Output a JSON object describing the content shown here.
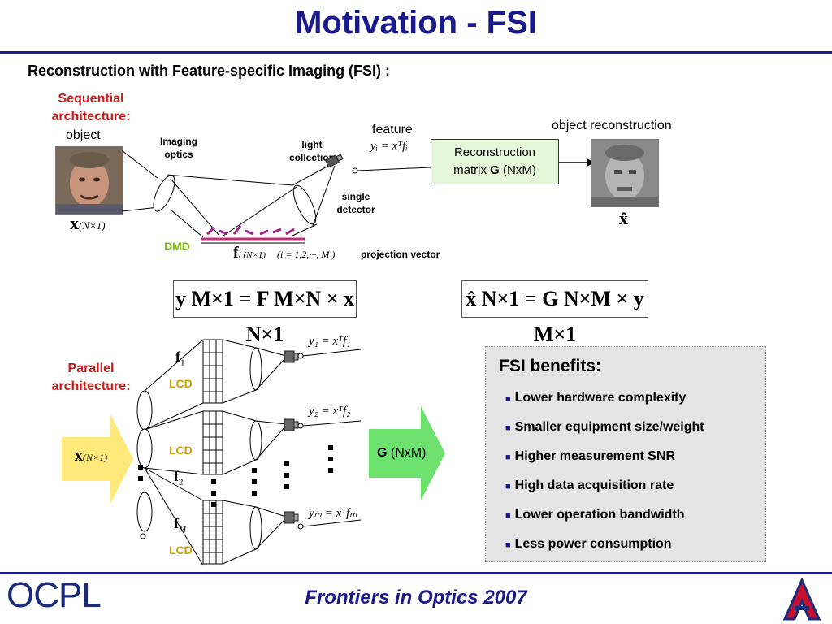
{
  "title": "Motivation - FSI",
  "subtitle": "Reconstruction with Feature-specific Imaging (FSI) :",
  "sequential": {
    "heading_line1": "Sequential",
    "heading_line2": "architecture:",
    "object_label": "object",
    "object_var": "x",
    "object_sub": "(N×1)",
    "imaging_optics_1": "Imaging",
    "imaging_optics_2": "optics",
    "light_collection_1": "light",
    "light_collection_2": "collection",
    "single_detector_1": "single",
    "single_detector_2": "detector",
    "dmd_label": "DMD",
    "feature_label": "feature",
    "feature_eq": "yᵢ = xᵀfᵢ",
    "recon_line1": "Reconstruction",
    "recon_line2_pre": "matrix ",
    "recon_line2_bold": "G",
    "recon_line2_post": " (NxM)",
    "object_recon_label": "object reconstruction",
    "xhat": "x̂",
    "proj_var": "f",
    "proj_sub": "i (N×1)",
    "proj_range": "(i = 1,2,···, M )",
    "proj_label": "projection vector"
  },
  "equations": {
    "eq1": "y M×1 = F M×N × x N×1",
    "eq2": "x̂ N×1 = G N×M × y M×1"
  },
  "parallel": {
    "heading_line1": "Parallel",
    "heading_line2": "architecture:",
    "input_var": "x",
    "input_sub": "(N×1)",
    "f1": "f",
    "f1_sub": "1",
    "f2": "f",
    "f2_sub": "2",
    "fM": "f",
    "fM_sub": "M",
    "lcd": "LCD",
    "y1": "y₁ = xᵀf₁",
    "y2": "y₂ = xᵀf₂",
    "yM": "yₘ = xᵀfₘ",
    "g_bold": "G",
    "g_rest": " (NxM)"
  },
  "benefits": {
    "heading": "FSI benefits:",
    "items": [
      "Lower hardware complexity",
      "Smaller equipment size/weight",
      "Higher measurement SNR",
      "High data acquisition rate",
      "Lower operation bandwidth",
      "Less power consumption"
    ]
  },
  "footer": "Frontiers in Optics 2007",
  "logo_text": "OCPL",
  "colors": {
    "title": "#1a1a8c",
    "heading_red": "#d01818",
    "arrow_fill": "#ffe97a",
    "recon_green": "#e6f7d9",
    "arrow_green": "#6ee06e"
  }
}
